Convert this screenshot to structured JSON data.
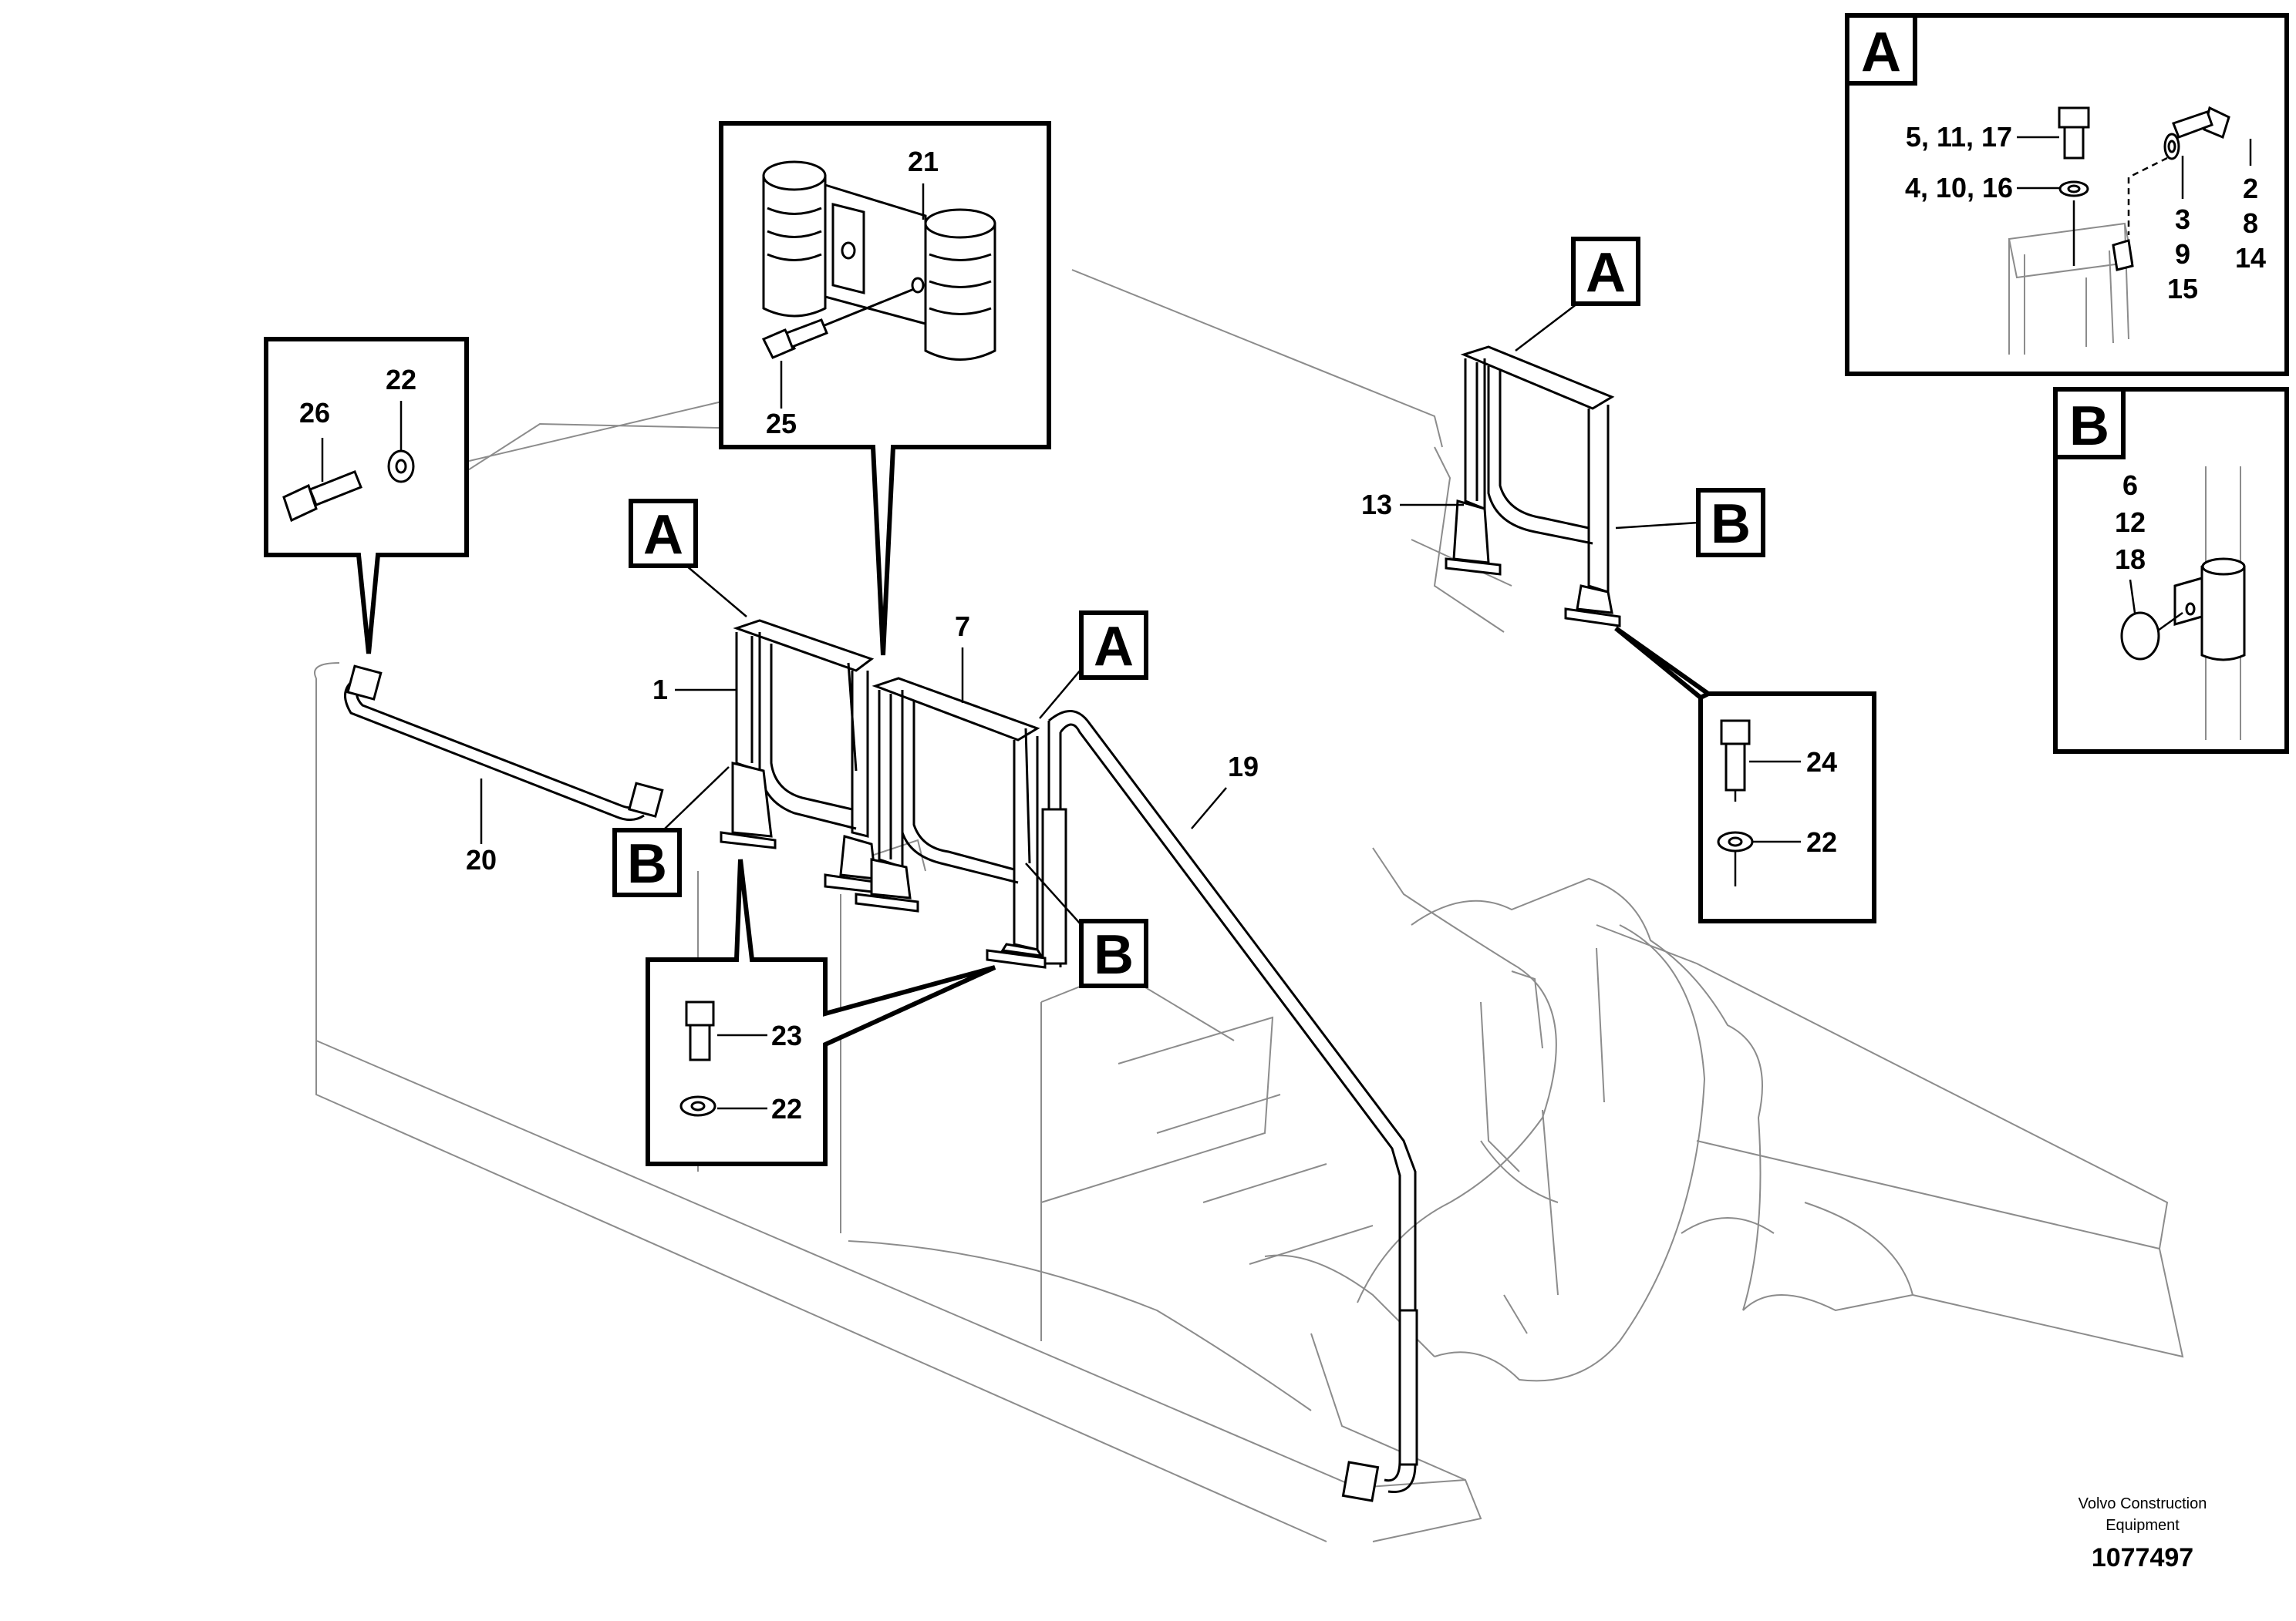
{
  "labels": {
    "l1": "1",
    "l7": "7",
    "l13": "13",
    "l19": "19",
    "l20": "20",
    "l21": "21",
    "l25": "25",
    "l26": "26",
    "l22a": "22",
    "l22b": "22",
    "l22c": "22",
    "l23": "23",
    "l24": "24"
  },
  "view_markers": {
    "a_left": "A",
    "a_mid": "A",
    "a_right": "A",
    "b_left": "B",
    "b_mid": "B",
    "b_right": "B"
  },
  "detail_a": {
    "letter": "A",
    "row1": "5, 11, 17",
    "row2": "4, 10, 16",
    "col_a": [
      "3",
      "9",
      "15"
    ],
    "col_b": [
      "2",
      "8",
      "14"
    ]
  },
  "detail_b": {
    "letter": "B",
    "items": [
      "6",
      "12",
      "18"
    ]
  },
  "footer": {
    "credit_line1": "Volvo Construction",
    "credit_line2": "Equipment",
    "doc_number": "1077497"
  }
}
